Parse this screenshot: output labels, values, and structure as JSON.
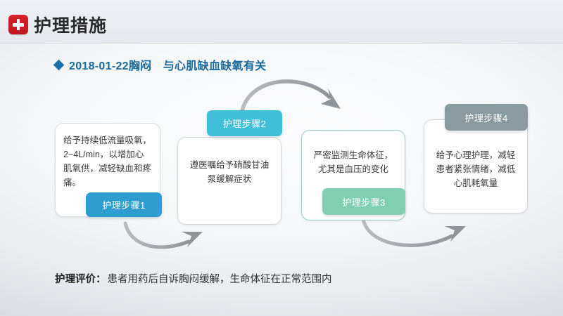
{
  "header": {
    "title": "护理措施",
    "icon": "medical-cross-icon",
    "icon_color": "#c1161d"
  },
  "subtitle": {
    "bullet_icon": "diamond-bullet-icon",
    "text": "2018-01-22胸闷　与心肌缺血缺氧有关",
    "color": "#186a9c"
  },
  "flow": {
    "steps": [
      {
        "badge": "护理步骤1",
        "badge_color": "#2e9ed0",
        "text": "给予持续低流量吸氧，2~4L/min，以增加心肌氧供，减轻缺血和疼痛。"
      },
      {
        "badge": "护理步骤2",
        "badge_color": "#40c0d8",
        "text": "遵医嘱给予硝酸甘油\n泵缓解症状"
      },
      {
        "badge": "护理步骤3",
        "badge_color": "#80cfb3",
        "text": "严密监测生命体征，\n尤其是血压的变化"
      },
      {
        "badge": "护理步骤4",
        "badge_color": "#8a9ba0",
        "text": "给予心理护理，减轻\n患者紧张情绪，减低\n心肌耗氧量"
      }
    ],
    "connector_color": "#9a9fa4"
  },
  "footer": {
    "label": "护理评价：",
    "text": "患者用药后自诉胸闷缓解，生命体征在正常范围内"
  }
}
